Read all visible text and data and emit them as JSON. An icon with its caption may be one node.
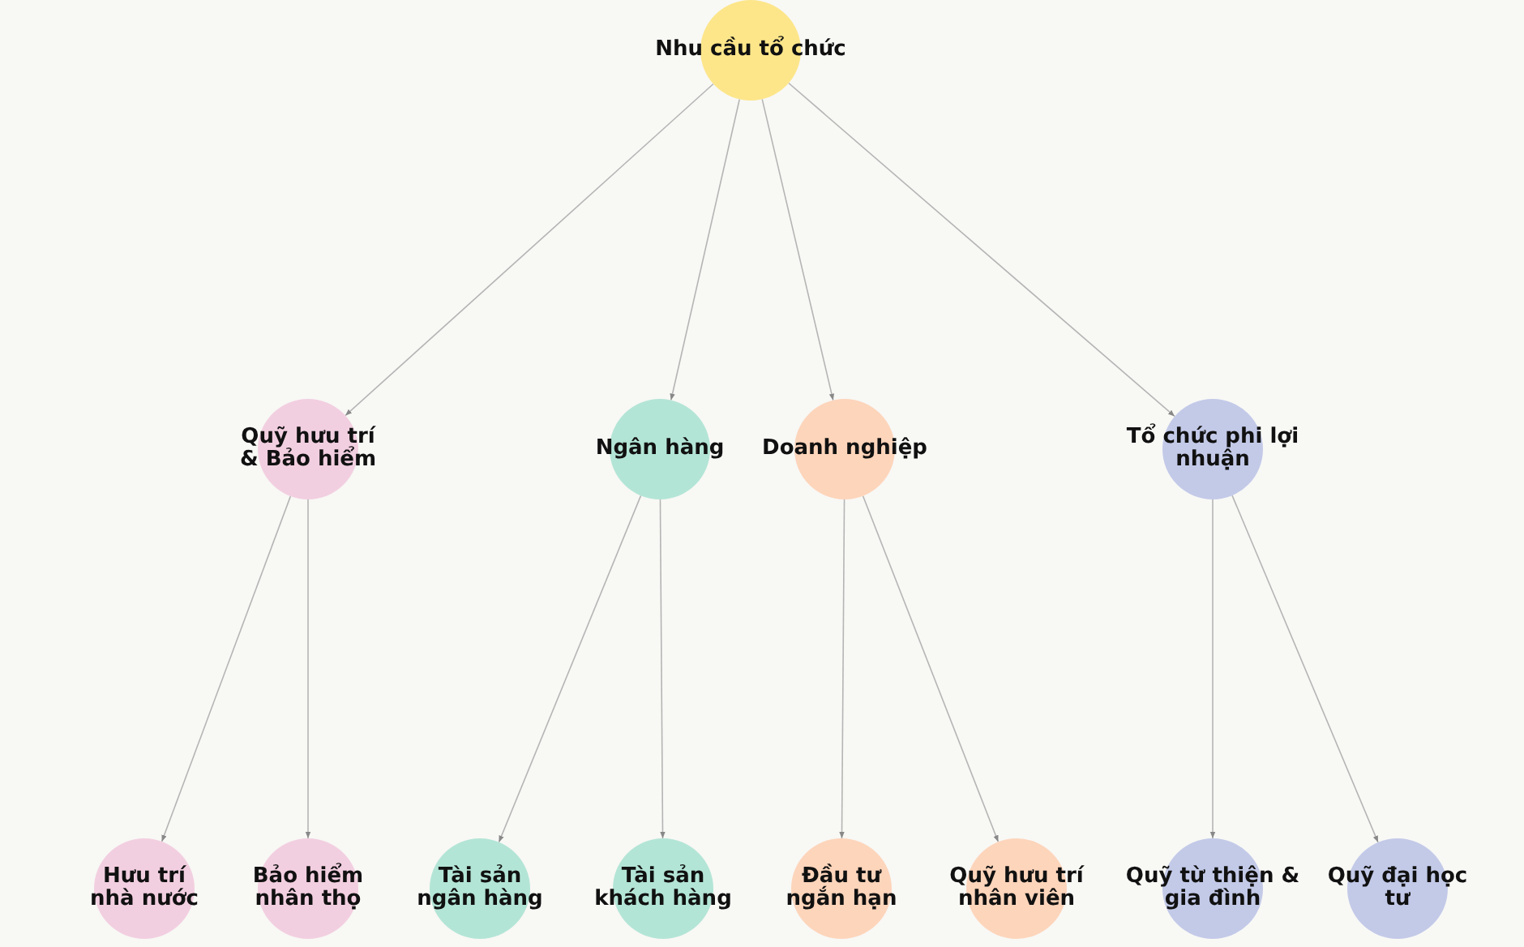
{
  "diagram": {
    "nodes": [
      {
        "text": [
          "Nhu cầu tổ chức"
        ]
      },
      {
        "text": [
          "Quỹ hưu trí & Bảo hiểm"
        ]
      },
      {
        "text": [
          "Ngân hàng"
        ]
      },
      {
        "text": [
          "Doanh nghiệp"
        ]
      },
      {
        "text": [
          "Tổ chức phi lợi nhuận"
        ]
      },
      {
        "text": [
          "Hưu trí nhà nước"
        ]
      },
      {
        "text": [
          "Bảo hiểm nhân thọ"
        ]
      },
      {
        "text": [
          "Tài sản ngân hàng"
        ]
      },
      {
        "text": [
          "Tài sản khách hàng"
        ]
      },
      {
        "text": [
          "Đầu tư ngắn hạn"
        ]
      },
      {
        "text": [
          "Quỹ hưu trí nhân viên"
        ]
      },
      {
        "text": [
          "Quỹ từ thiện & gia đình"
        ]
      },
      {
        "text": [
          "Quỹ đại học tư"
        ]
      }
    ],
    "edges": [
      {
        "from": 0,
        "to": 1,
        "arrow": "to"
      },
      {
        "from": 0,
        "to": 2,
        "arrow": "to"
      },
      {
        "from": 0,
        "to": 3,
        "arrow": "to"
      },
      {
        "from": 0,
        "to": 4,
        "arrow": "to"
      },
      {
        "from": 1,
        "to": 5,
        "arrow": "to"
      },
      {
        "from": 1,
        "to": 6,
        "arrow": "to"
      },
      {
        "from": 2,
        "to": 7,
        "arrow": "to"
      },
      {
        "from": 2,
        "to": 8,
        "arrow": "to"
      },
      {
        "from": 3,
        "to": 9,
        "arrow": "to"
      },
      {
        "from": 3,
        "to": 10,
        "arrow": "to"
      },
      {
        "from": 4,
        "to": 11,
        "arrow": "to"
      },
      {
        "from": 4,
        "to": 12,
        "arrow": "to"
      }
    ]
  }
}
